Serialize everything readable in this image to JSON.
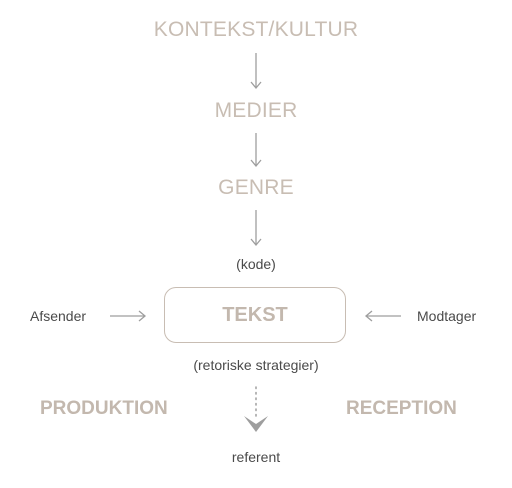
{
  "nodes": {
    "kontekst": "KONTEKST/KULTUR",
    "medier": "MEDIER",
    "genre": "GENRE",
    "kode": "(kode)",
    "tekst": "TEKST",
    "strategier": "(retoriske strategier)",
    "afsender": "Afsender",
    "modtager": "Modtager",
    "produktion": "PRODUKTION",
    "reception": "RECEPTION",
    "referent": "referent"
  },
  "colors": {
    "light_text": "#c8bdb3",
    "arrow": "#9e9e9e",
    "dark_text": "#4a4a4a"
  }
}
